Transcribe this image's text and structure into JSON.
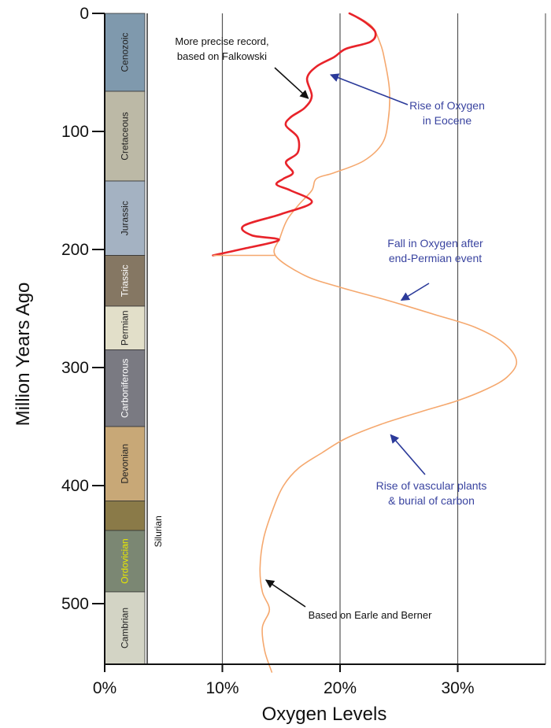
{
  "chart_data": {
    "type": "line",
    "xlabel": "Oxygen Levels",
    "ylabel": "Million Years Ago",
    "x_unit": "percent",
    "y_unit": "million years ago",
    "xlim": [
      0,
      37.5
    ],
    "ylim": [
      0,
      560
    ],
    "y_inverted": true,
    "x_ticks": [
      {
        "value": 0,
        "label": "0%"
      },
      {
        "value": 10,
        "label": "10%"
      },
      {
        "value": 20,
        "label": "20%"
      },
      {
        "value": 30,
        "label": "30%"
      }
    ],
    "y_ticks": [
      {
        "value": 0,
        "label": "0"
      },
      {
        "value": 100,
        "label": "100"
      },
      {
        "value": 200,
        "label": "200"
      },
      {
        "value": 300,
        "label": "300"
      },
      {
        "value": 400,
        "label": "400"
      },
      {
        "value": 500,
        "label": "500"
      }
    ],
    "grid": "vertical",
    "periods": [
      {
        "name": "Cenozoic",
        "start": 0,
        "end": 66,
        "color": "#7f99ad",
        "text_color": "#222222",
        "show_label": true
      },
      {
        "name": "Cretaceous",
        "start": 66,
        "end": 142,
        "color": "#bcb9a6",
        "text_color": "#222222",
        "show_label": true
      },
      {
        "name": "Jurassic",
        "start": 142,
        "end": 205,
        "color": "#a4b2c2",
        "text_color": "#222222",
        "show_label": true
      },
      {
        "name": "Triassic",
        "start": 205,
        "end": 248,
        "color": "#857763",
        "text_color": "#ffffff",
        "show_label": true
      },
      {
        "name": "Permian",
        "start": 248,
        "end": 285,
        "color": "#e2dfc9",
        "text_color": "#222222",
        "show_label": true
      },
      {
        "name": "Carboniferous",
        "start": 285,
        "end": 350,
        "color": "#7a7a82",
        "text_color": "#ffffff",
        "show_label": true
      },
      {
        "name": "Devonian",
        "start": 350,
        "end": 413,
        "color": "#c8a877",
        "text_color": "#222222",
        "show_label": true
      },
      {
        "name": "Silurian",
        "start": 413,
        "end": 438,
        "color": "#8a7a48",
        "text_color": "#111111",
        "show_label": false
      },
      {
        "name": "Ordovician",
        "start": 438,
        "end": 490,
        "color": "#7b8773",
        "text_color": "#e8e800",
        "show_label": true
      },
      {
        "name": "Cambrian",
        "start": 490,
        "end": 560,
        "color": "#d3d4c5",
        "text_color": "#222222",
        "show_label": true
      }
    ],
    "silurian_label": "Silurian",
    "series": [
      {
        "role": "earle-berner",
        "color": "#f5a86e",
        "points": [
          {
            "x": 20.8,
            "y": 0
          },
          {
            "x": 22.6,
            "y": 10
          },
          {
            "x": 23.4,
            "y": 25
          },
          {
            "x": 23.8,
            "y": 40
          },
          {
            "x": 24.2,
            "y": 65
          },
          {
            "x": 24.1,
            "y": 90
          },
          {
            "x": 23.6,
            "y": 110
          },
          {
            "x": 22.0,
            "y": 125
          },
          {
            "x": 19.5,
            "y": 135
          },
          {
            "x": 18.0,
            "y": 140
          },
          {
            "x": 17.6,
            "y": 150
          },
          {
            "x": 16.5,
            "y": 162
          },
          {
            "x": 15.5,
            "y": 175
          },
          {
            "x": 14.9,
            "y": 190
          },
          {
            "x": 14.5,
            "y": 205
          },
          {
            "x": 17.0,
            "y": 222
          },
          {
            "x": 20.0,
            "y": 232
          },
          {
            "x": 24.0,
            "y": 243
          },
          {
            "x": 28.0,
            "y": 255
          },
          {
            "x": 31.5,
            "y": 266
          },
          {
            "x": 34.0,
            "y": 280
          },
          {
            "x": 35.0,
            "y": 295
          },
          {
            "x": 34.2,
            "y": 308
          },
          {
            "x": 32.5,
            "y": 318
          },
          {
            "x": 30.0,
            "y": 328
          },
          {
            "x": 27.0,
            "y": 337
          },
          {
            "x": 23.5,
            "y": 348
          },
          {
            "x": 20.5,
            "y": 360
          },
          {
            "x": 18.5,
            "y": 372
          },
          {
            "x": 16.5,
            "y": 385
          },
          {
            "x": 15.2,
            "y": 400
          },
          {
            "x": 14.3,
            "y": 420
          },
          {
            "x": 13.5,
            "y": 445
          },
          {
            "x": 13.2,
            "y": 470
          },
          {
            "x": 13.4,
            "y": 490
          },
          {
            "x": 14.0,
            "y": 505
          },
          {
            "x": 13.4,
            "y": 520
          },
          {
            "x": 13.6,
            "y": 540
          },
          {
            "x": 14.2,
            "y": 558
          }
        ]
      },
      {
        "role": "falkowski",
        "color": "#e8232a",
        "points": [
          {
            "x": 20.8,
            "y": 0
          },
          {
            "x": 21.4,
            "y": 3
          },
          {
            "x": 22.2,
            "y": 8
          },
          {
            "x": 23.0,
            "y": 16
          },
          {
            "x": 22.6,
            "y": 24
          },
          {
            "x": 20.5,
            "y": 30
          },
          {
            "x": 19.5,
            "y": 37
          },
          {
            "x": 18.0,
            "y": 45
          },
          {
            "x": 17.2,
            "y": 55
          },
          {
            "x": 17.6,
            "y": 70
          },
          {
            "x": 17.0,
            "y": 80
          },
          {
            "x": 15.8,
            "y": 88
          },
          {
            "x": 15.4,
            "y": 95
          },
          {
            "x": 16.4,
            "y": 105
          },
          {
            "x": 16.4,
            "y": 118
          },
          {
            "x": 15.4,
            "y": 126
          },
          {
            "x": 16.0,
            "y": 135
          },
          {
            "x": 15.2,
            "y": 140
          },
          {
            "x": 14.6,
            "y": 145
          },
          {
            "x": 15.8,
            "y": 150
          },
          {
            "x": 17.6,
            "y": 160
          },
          {
            "x": 15.0,
            "y": 170
          },
          {
            "x": 11.8,
            "y": 180
          },
          {
            "x": 12.5,
            "y": 188
          },
          {
            "x": 14.8,
            "y": 192
          },
          {
            "x": 11.5,
            "y": 200
          },
          {
            "x": 9.2,
            "y": 205
          }
        ]
      }
    ],
    "annotations": [
      {
        "id": "falkowski",
        "lines": [
          "More precise record,",
          "based on Falkowski"
        ],
        "color": "#111111",
        "arrow_color": "#111111",
        "tip": {
          "x": 17.3,
          "y": 72
        }
      },
      {
        "id": "eocene",
        "lines": [
          "Rise of Oxygen",
          "in Eocene"
        ],
        "color": "#3a44a0",
        "arrow_color": "#2b3a9a",
        "tip": {
          "x": 19.2,
          "y": 52
        }
      },
      {
        "id": "permian",
        "lines": [
          "Fall in Oxygen after",
          "end-Permian event"
        ],
        "color": "#3a44a0",
        "arrow_color": "#2b3a9a",
        "tip": {
          "x": 25.2,
          "y": 243
        }
      },
      {
        "id": "vascular",
        "lines": [
          "Rise of vascular plants",
          "& burial of carbon"
        ],
        "color": "#3a44a0",
        "arrow_color": "#2b3a9a",
        "tip": {
          "x": 24.3,
          "y": 357
        }
      },
      {
        "id": "earle",
        "lines": [
          "Based on Earle and Berner"
        ],
        "color": "#111111",
        "arrow_color": "#111111",
        "tip": {
          "x": 13.7,
          "y": 480
        }
      }
    ]
  }
}
